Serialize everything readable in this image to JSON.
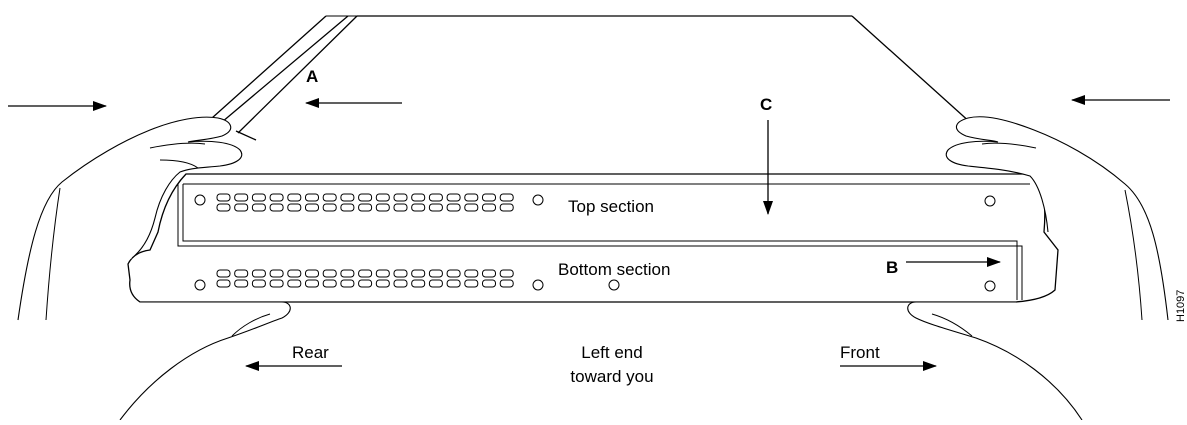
{
  "labels": {
    "top_section": "Top section",
    "bottom_section": "Bottom section",
    "rear": "Rear",
    "front": "Front",
    "left_end_line1": "Left end",
    "left_end_line2": "toward you"
  },
  "callouts": {
    "a": "A",
    "b": "B",
    "c": "C"
  },
  "figure_id": "H1097"
}
